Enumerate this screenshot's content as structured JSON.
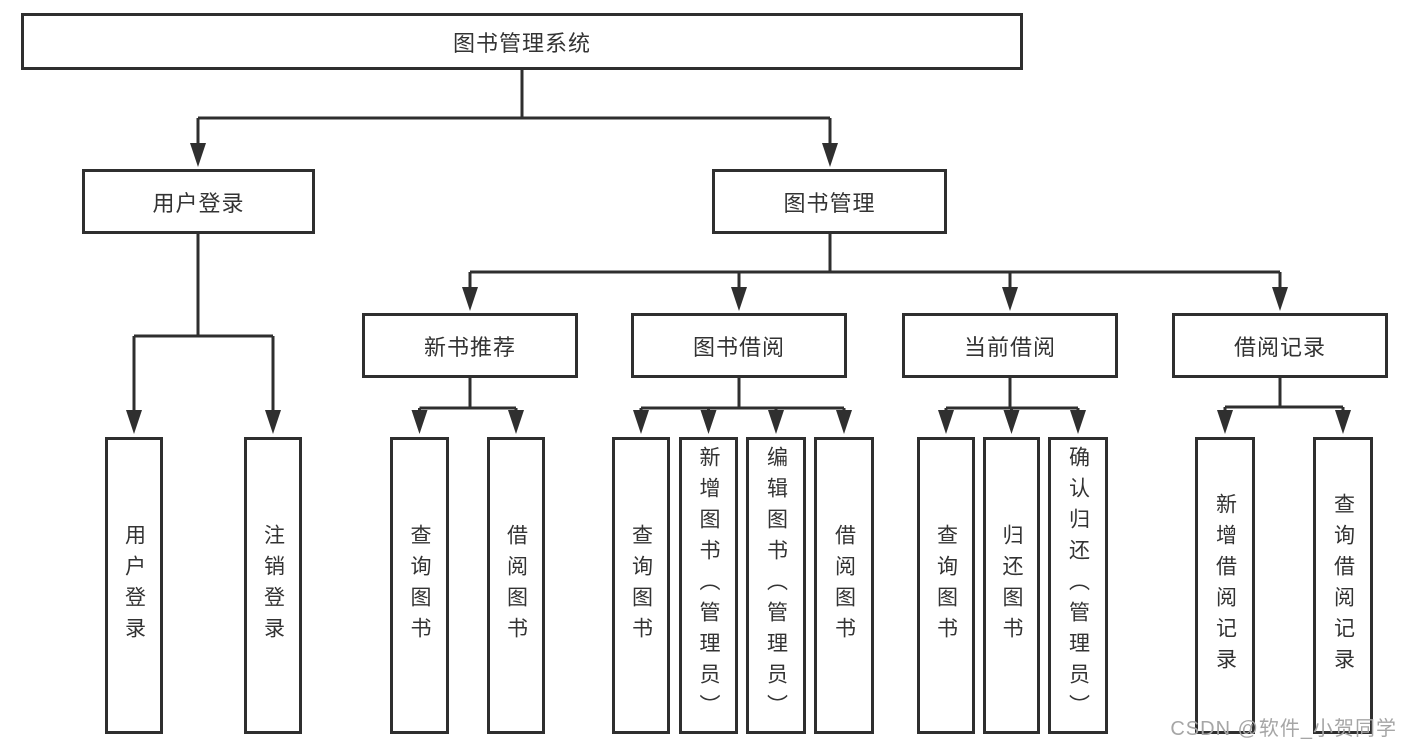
{
  "diagram_title": "图书管理系统",
  "tree": {
    "root": {
      "label": "图书管理系统",
      "children": [
        {
          "label": "用户登录",
          "children": [
            {
              "label": "用户登录"
            },
            {
              "label": "注销登录"
            }
          ]
        },
        {
          "label": "图书管理",
          "children": [
            {
              "label": "新书推荐",
              "children": [
                {
                  "label": "查询图书"
                },
                {
                  "label": "借阅图书"
                }
              ]
            },
            {
              "label": "图书借阅",
              "children": [
                {
                  "label": "查询图书"
                },
                {
                  "label": "新增图书（管理员）"
                },
                {
                  "label": "编辑图书（管理员）"
                },
                {
                  "label": "借阅图书"
                }
              ]
            },
            {
              "label": "当前借阅",
              "children": [
                {
                  "label": "查询图书"
                },
                {
                  "label": "归还图书"
                },
                {
                  "label": "确认归还（管理员）"
                }
              ]
            },
            {
              "label": "借阅记录",
              "children": [
                {
                  "label": "新增借阅记录"
                },
                {
                  "label": "查询借阅记录"
                }
              ]
            }
          ]
        }
      ]
    }
  },
  "watermark": "CSDN @软件_小贺同学",
  "colors": {
    "line": "#2f2f2f",
    "box_border": "#2f2f2f",
    "text": "#333333",
    "watermark": "#a6a6a6",
    "background": "#ffffff"
  }
}
